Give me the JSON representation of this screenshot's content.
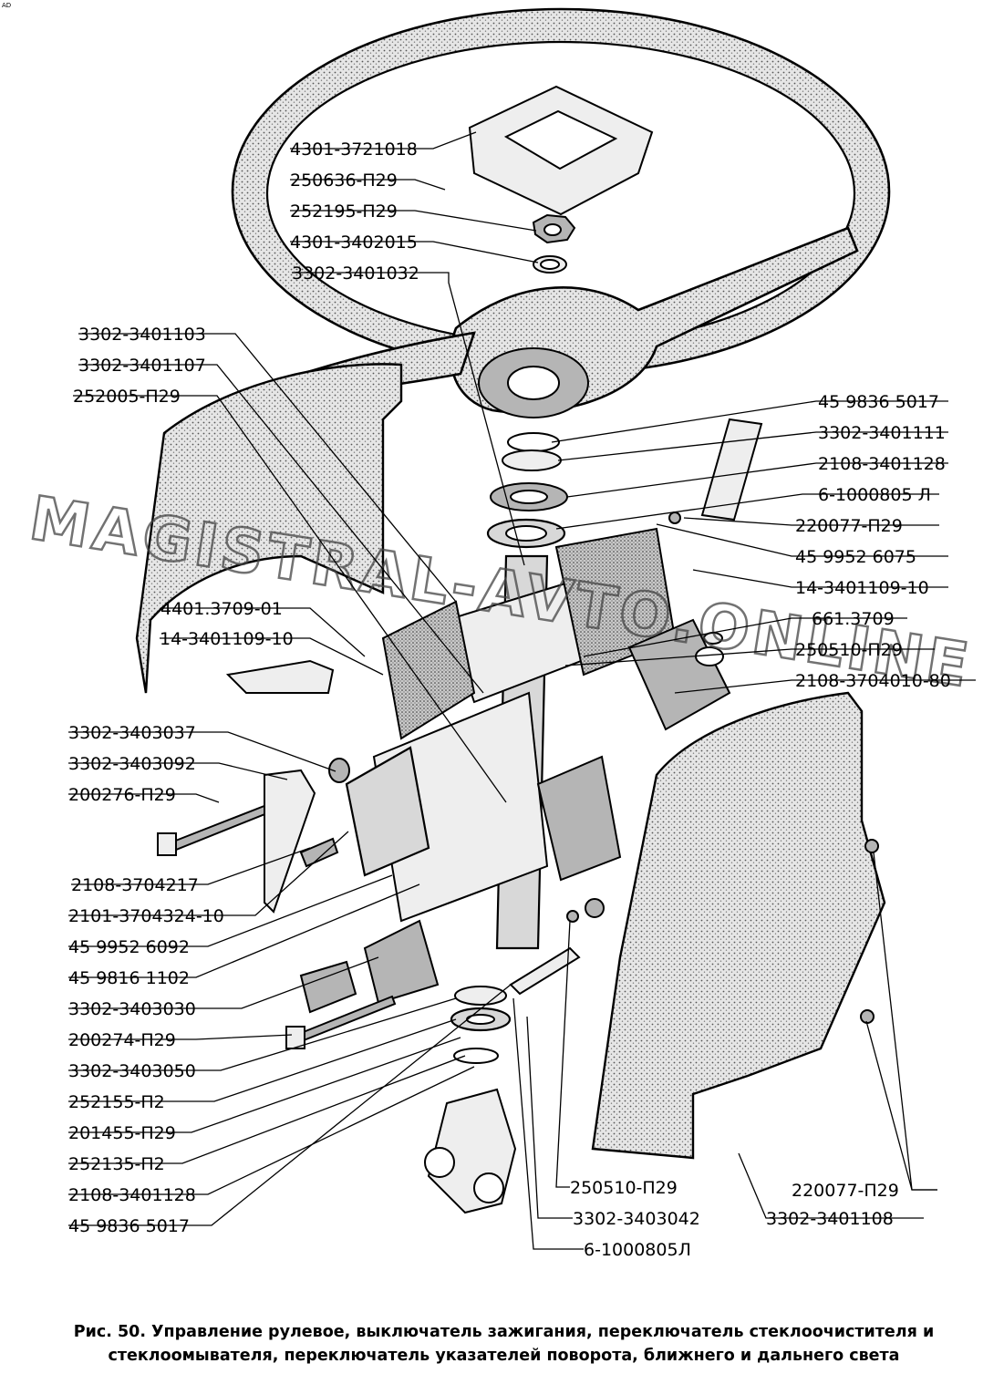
{
  "corner_mark": "AD",
  "watermark": "MAGISTRAL-AVTO.ONLINE",
  "caption": "Рис. 50. Управление рулевое, выключатель зажигания, переключатель стеклоочистителя и стеклоомывателя, переключатель указателей поворота, ближнего и дальнего света",
  "labels": {
    "l01": "4301-3721018",
    "l02": "250636-П29",
    "l03": "252195-П29",
    "l04": "4301-3402015",
    "l05": "3302-3401032",
    "l06": "3302-3401103",
    "l07": "3302-3401107",
    "l08": "252005-П29",
    "l09": "45 9836 5017",
    "l10": "3302-3401111",
    "l11": "2108-3401128",
    "l12": "6-1000805 Л",
    "l13": "220077-П29",
    "l14": "45 9952 6075",
    "l15": "14-3401109-10",
    "l16": "661.3709",
    "l17": "4401.3709-01",
    "l18": "14-3401109-10",
    "l19": "250510-П29",
    "l20": "2108-3704010-80",
    "l21": "3302-3403037",
    "l22": "3302-3403092",
    "l23": "200276-П29",
    "l24": "2108-3704217",
    "l25": "2101-3704324-10",
    "l26": "45 9952 6092",
    "l27": "45 9816 1102",
    "l28": "3302-3403030",
    "l29": "200274-П29",
    "l30": "3302-3403050",
    "l31": "252155-П2",
    "l32": "201455-П29",
    "l33": "252135-П2",
    "l34": "2108-3401128",
    "l35": "45 9836 5017",
    "l36": "250510-П29",
    "l37": "3302-3403042",
    "l38": "6-1000805Л",
    "l39": "220077-П29",
    "l40": "3302-3401108"
  }
}
